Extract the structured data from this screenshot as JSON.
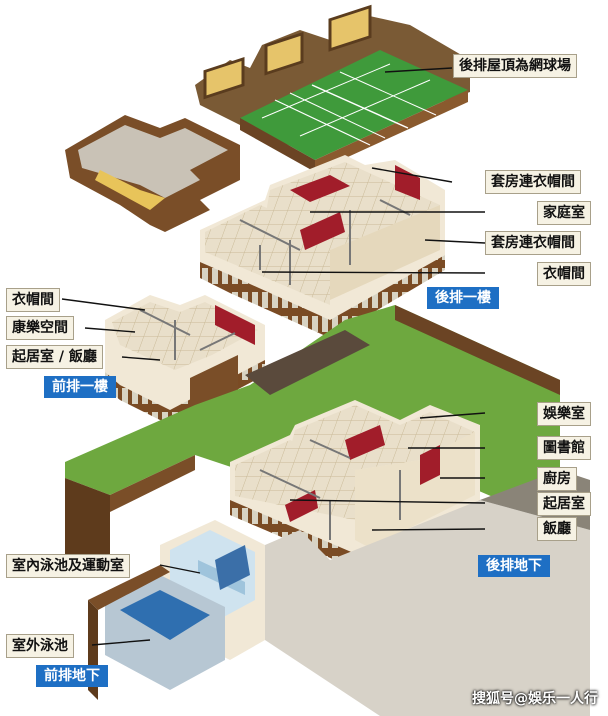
{
  "labels": {
    "rooftop_tennis": "後排屋頂為網球場",
    "suite_closet_1": "套房連衣帽間",
    "family_room": "家庭室",
    "suite_closet_2": "套房連衣帽間",
    "closet_back": "衣帽間",
    "closet_front": "衣帽間",
    "recreation": "康樂空間",
    "living_dining": "起居室 / 飯廳",
    "entertainment": "娛樂室",
    "library": "圖書館",
    "kitchen": "廚房",
    "living": "起居室",
    "dining": "飯廳",
    "indoor_pool_gym": "室內泳池及運動室",
    "outdoor_pool": "室外泳池"
  },
  "sections": {
    "back_upper": "後排一樓",
    "front_upper": "前排一樓",
    "back_basement": "後排地下",
    "front_basement": "前排地下"
  },
  "watermark": "搜狐号@娛乐一人行",
  "colors": {
    "lawn": "#6ea83f",
    "court": "#3f9a3b",
    "wood": "#8a5a2e",
    "floor": "#e8dcc6",
    "accent_red": "#a11d2a",
    "tag_blue": "#1e6fc4",
    "label_bg": "#f6f2e4"
  }
}
